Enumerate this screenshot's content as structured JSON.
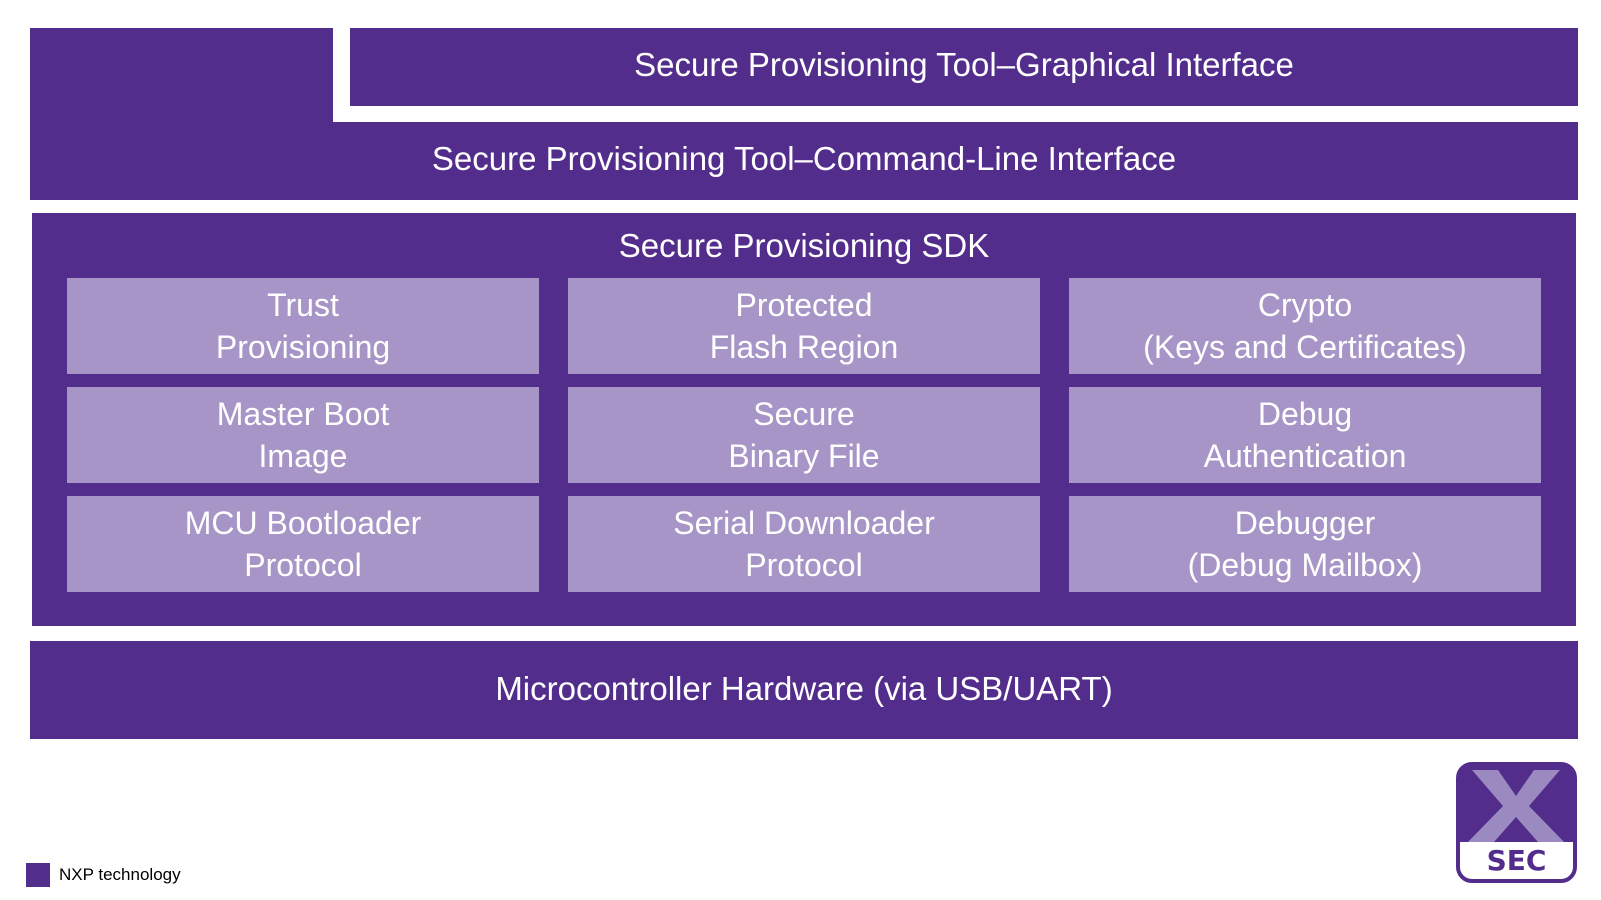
{
  "diagram": {
    "gui_label": "Secure Provisioning Tool–Graphical Interface",
    "cli_label": "Secure Provisioning Tool–Command-Line Interface",
    "sdk": {
      "title": "Secure Provisioning SDK",
      "modules": [
        {
          "line1": "Trust",
          "line2": "Provisioning"
        },
        {
          "line1": "Protected",
          "line2": "Flash Region"
        },
        {
          "line1": "Crypto",
          "line2": "(Keys and Certificates)"
        },
        {
          "line1": "Master Boot",
          "line2": "Image"
        },
        {
          "line1": "Secure",
          "line2": "Binary File"
        },
        {
          "line1": "Debug",
          "line2": "Authentication"
        },
        {
          "line1": "MCU Bootloader",
          "line2": "Protocol"
        },
        {
          "line1": "Serial Downloader",
          "line2": "Protocol"
        },
        {
          "line1": "Debugger",
          "line2": "(Debug Mailbox)"
        }
      ]
    },
    "hardware_label": "Microcontroller Hardware (via USB/UART)"
  },
  "legend": {
    "label": "NXP technology",
    "swatch_color": "#532d8c"
  },
  "logo": {
    "text": "SEC",
    "icon": "x-sec-logo-icon"
  },
  "colors": {
    "dark_purple": "#532d8c",
    "light_purple": "#a695c6",
    "logo_x": "#9b8ac0"
  }
}
